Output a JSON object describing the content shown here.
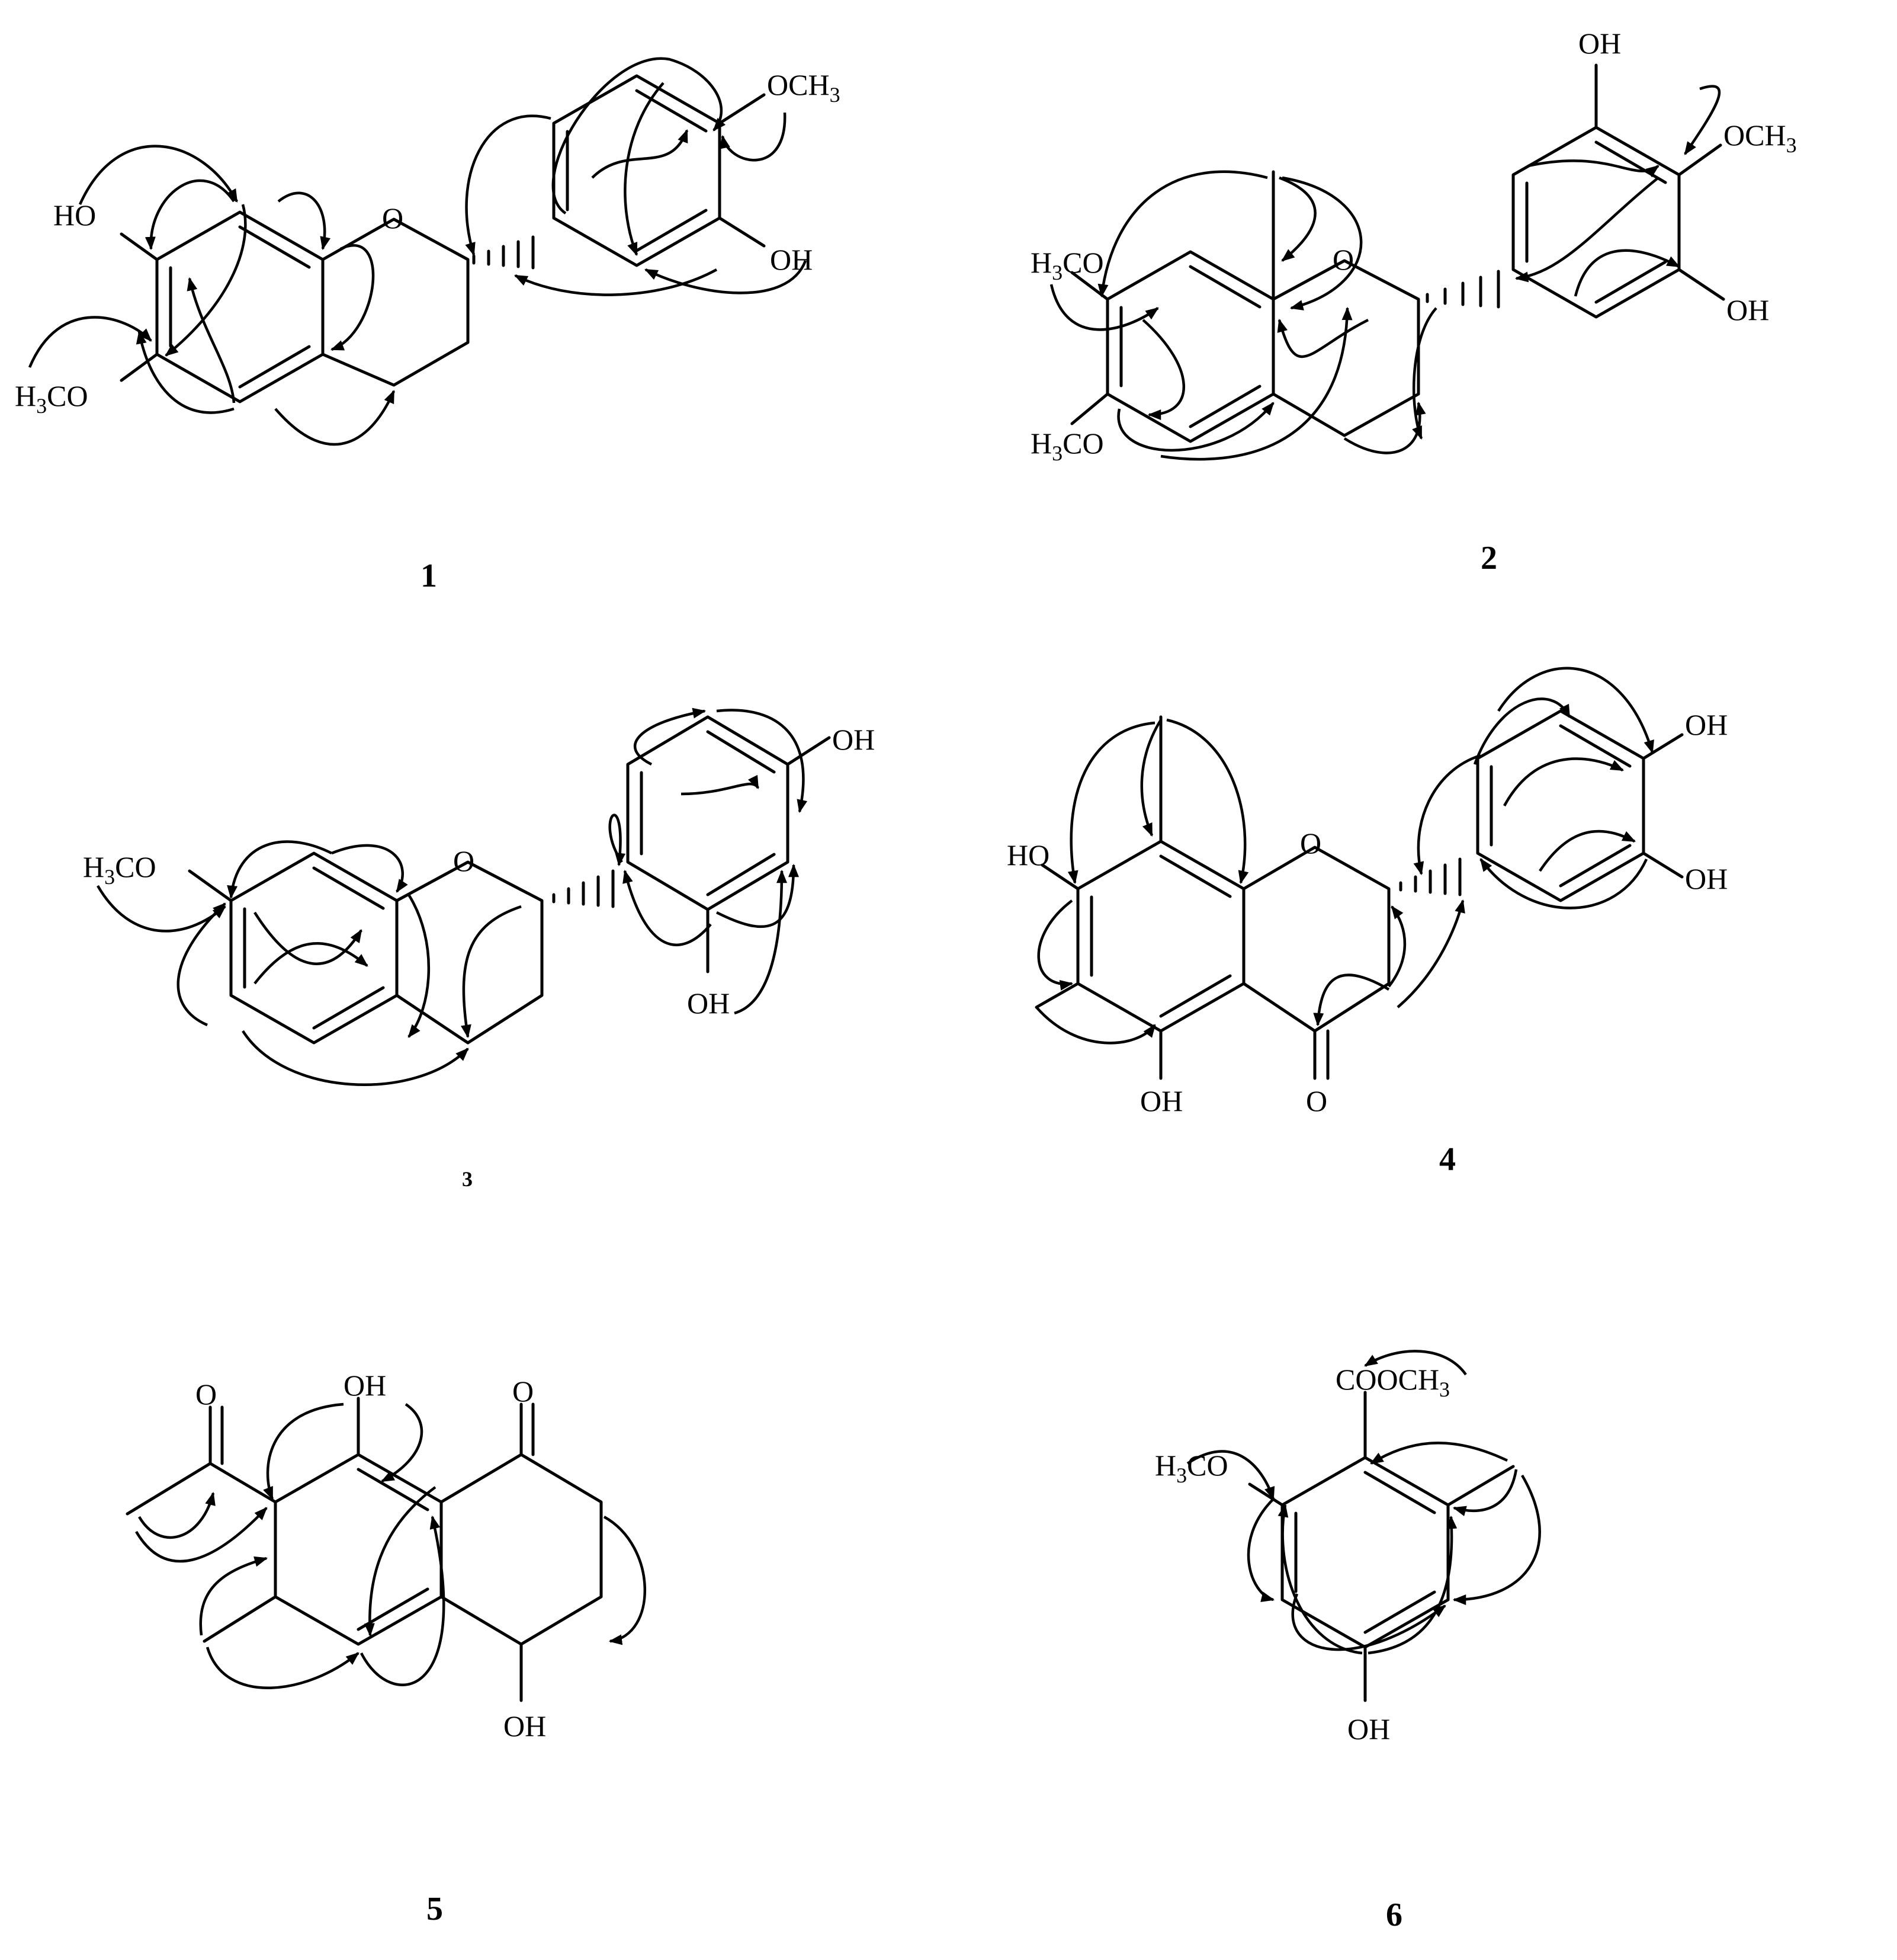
{
  "compounds": [
    {
      "number": "1",
      "labels": {
        "oh_a": "HO",
        "ome_a": "H3CO",
        "ring_o": "O",
        "ome_b": "OCH3",
        "oh_b": "OH"
      }
    },
    {
      "number": "2",
      "labels": {
        "ome_a": "H3CO",
        "ome_b": "H3CO",
        "ring_o": "O",
        "oh_a": "OH",
        "ome_c": "OCH3",
        "oh_b": "OH"
      }
    },
    {
      "number": "3",
      "labels": {
        "ome_a": "H3CO",
        "ring_o": "O",
        "oh_a": "OH",
        "oh_b": "OH"
      }
    },
    {
      "number": "4",
      "labels": {
        "oh_a": "HO",
        "oh_b": "OH",
        "ring_o": "O",
        "carbonyl_o": "O",
        "oh_c": "OH",
        "oh_d": "OH"
      }
    },
    {
      "number": "5",
      "labels": {
        "carbonyl_o_a": "O",
        "oh_a": "OH",
        "carbonyl_o_b": "O",
        "oh_b": "OH"
      }
    },
    {
      "number": "6",
      "labels": {
        "ester": "COOCH3",
        "ome_a": "H3CO",
        "oh_a": "OH"
      }
    }
  ]
}
